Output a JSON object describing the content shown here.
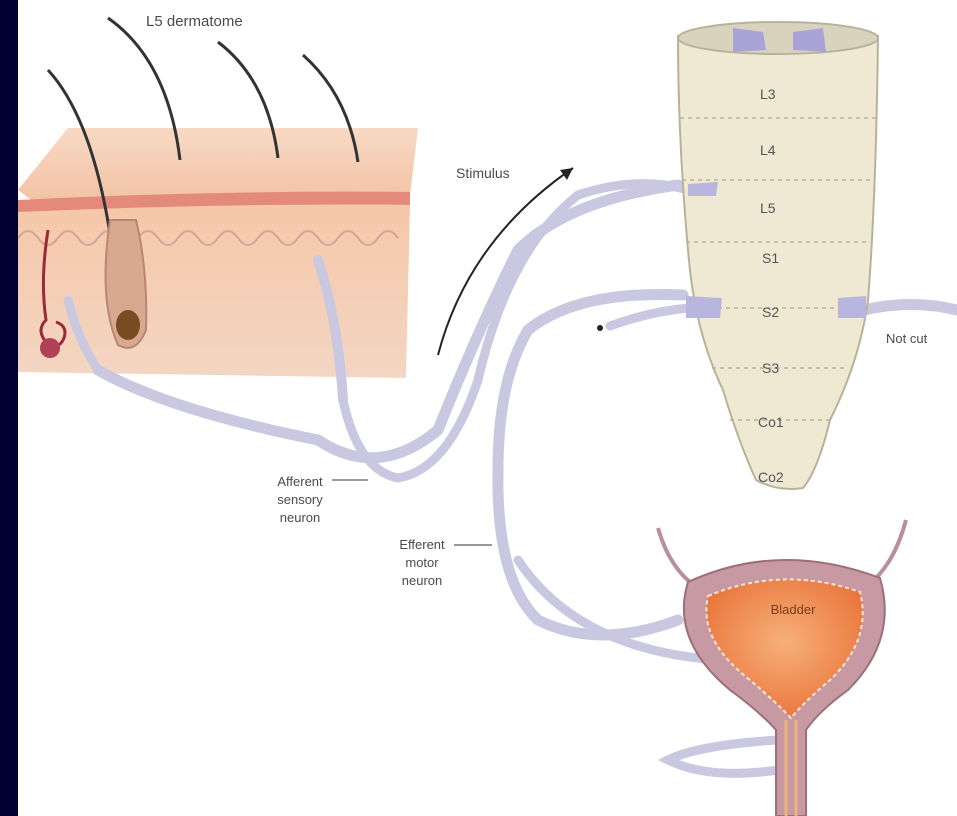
{
  "labels": {
    "dermatome": "L5 dermatome",
    "stimulus": "Stimulus",
    "afferent_line1": "Afferent",
    "afferent_line2": "sensory",
    "afferent_line3": "neuron",
    "efferent_line1": "Efferent",
    "efferent_line2": "motor",
    "efferent_line3": "neuron",
    "not_cut": "Not cut",
    "bladder": "Bladder"
  },
  "spinal_segments": [
    "L3",
    "L4",
    "L5",
    "S1",
    "S2",
    "S3",
    "Co1",
    "Co2"
  ],
  "colors": {
    "background": "#000033",
    "nerve": "#c9c8e0",
    "skin": "#f6cdb0",
    "cord": "#efe9d3",
    "bladder": "#f08a4b"
  }
}
